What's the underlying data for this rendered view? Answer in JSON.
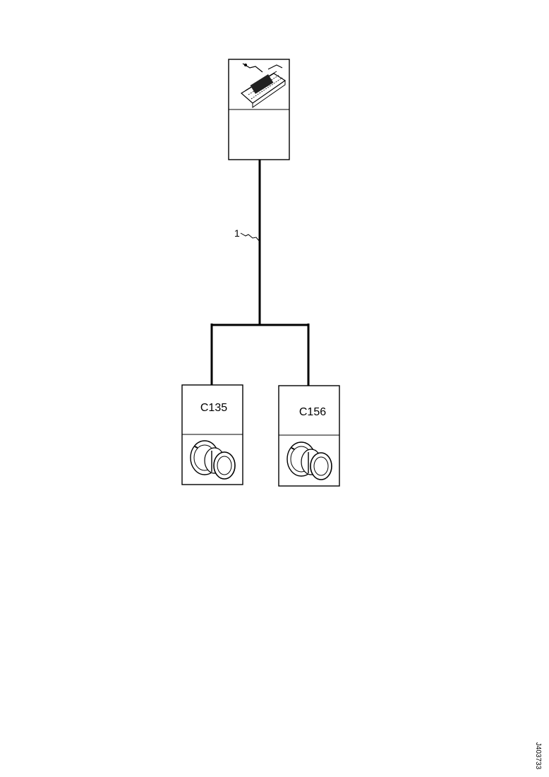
{
  "top_component": {
    "label": "",
    "icon": "multi-pin-harness-connector-icon"
  },
  "wire_marker": {
    "label": "1"
  },
  "branches": [
    {
      "label": "C135",
      "icon": "round-connector-icon"
    },
    {
      "label": "C156",
      "icon": "round-connector-icon"
    }
  ],
  "figure_code": "J403733"
}
